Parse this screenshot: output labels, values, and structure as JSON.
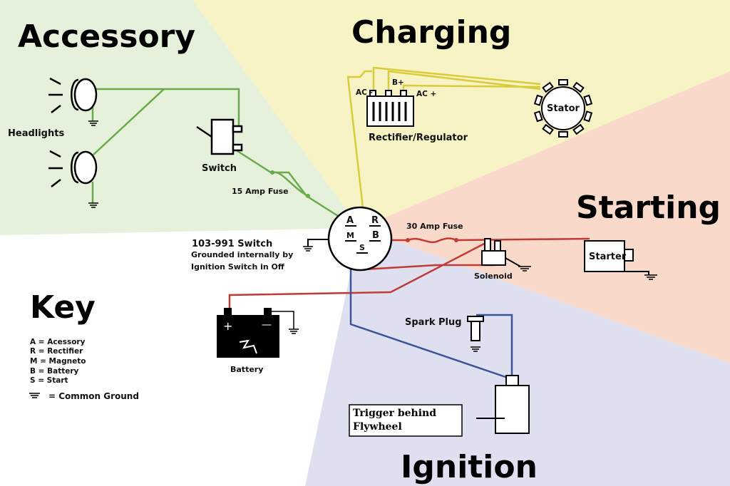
{
  "sections": {
    "accessory": "Accessory",
    "charging": "Charging",
    "starting": "Starting",
    "ignition": "Ignition",
    "key": "Key"
  },
  "components": {
    "headlights": "Headlights",
    "switch": "Switch",
    "fuse_15": "15 Amp Fuse",
    "fuse_30": "30 Amp Fuse",
    "rectifier": "Rectifier/Regulator",
    "stator": "Stator",
    "starter": "Starter",
    "solenoid": "Solenoid",
    "battery": "Battery",
    "spark_plug": "Spark Plug",
    "trigger_line1": "Trigger behind",
    "trigger_line2": "Flywheel"
  },
  "rectifier_terminals": {
    "ac_left": "AC -",
    "b_plus": "B+",
    "ac_right": "AC +"
  },
  "battery_terminals": {
    "plus": "+",
    "minus": "—"
  },
  "ignition_switch": {
    "model": "103-991 Switch",
    "note_line1": "Grounded internally by",
    "note_line2": "Ignition Switch  in Off",
    "terminals": {
      "a": "A",
      "r": "R",
      "m": "M",
      "b": "B",
      "s": "S"
    }
  },
  "legend": {
    "items": [
      "A = Acessory",
      "R = Rectifier",
      "M = Magneto",
      "B = Battery",
      "S = Start"
    ],
    "ground": "= Common Ground"
  },
  "colors": {
    "accessory_zone": "#e6f1dc",
    "charging_zone": "#f7f3c4",
    "starting_zone": "#f9d9c9",
    "ignition_zone": "#dfe0ef",
    "wire_green": "#6aaa4a",
    "wire_yellow": "#d8cc3a",
    "wire_red": "#c23a35",
    "wire_blue": "#3a539a"
  }
}
